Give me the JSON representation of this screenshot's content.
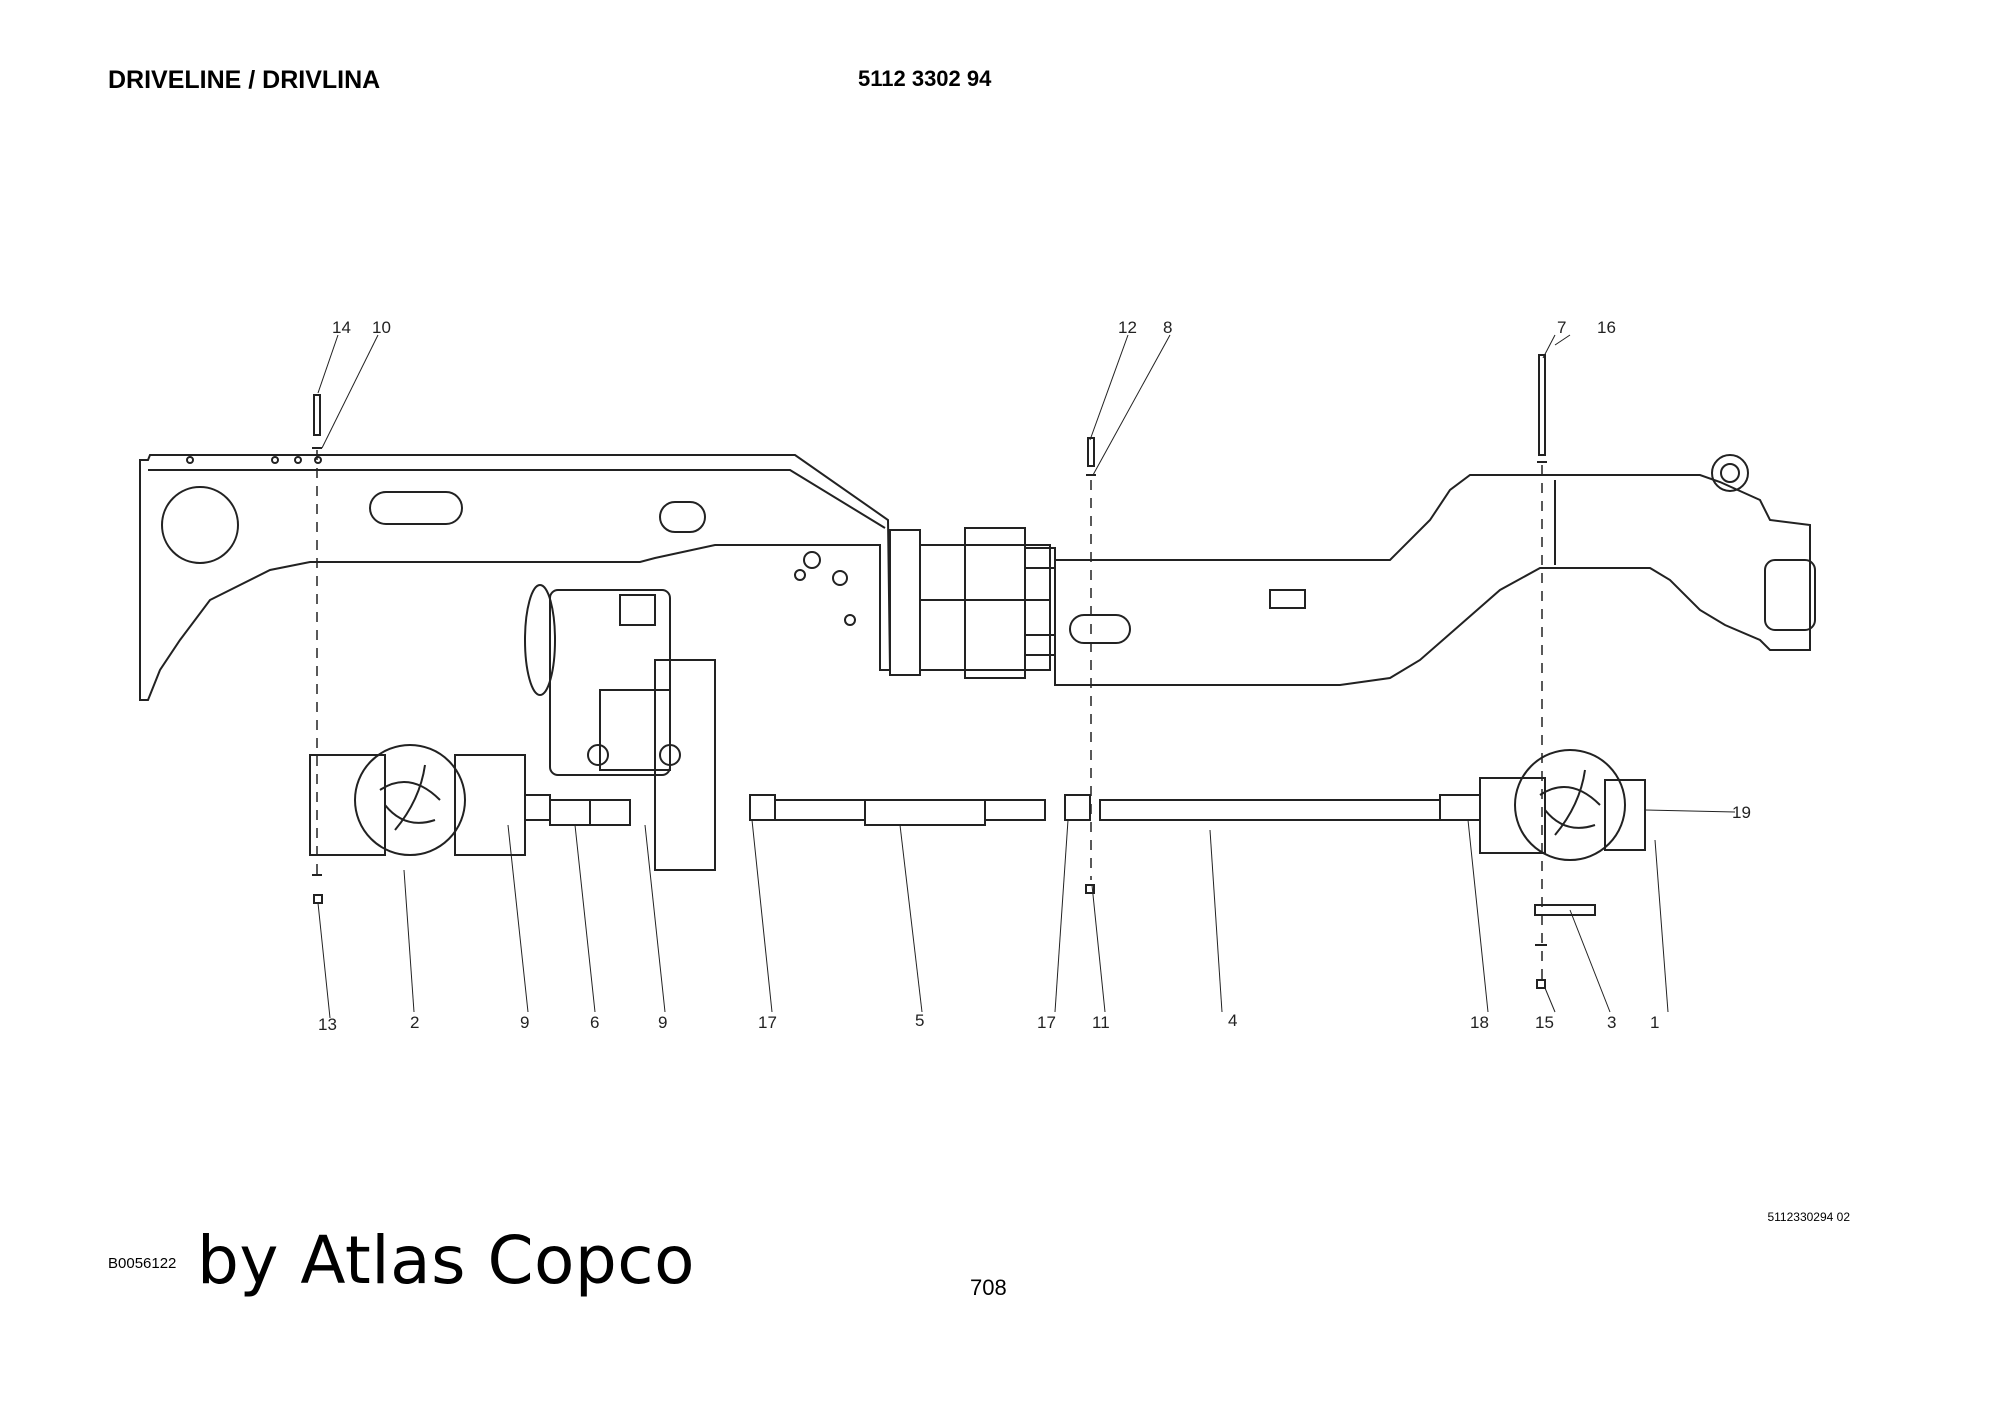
{
  "header": {
    "title": "DRIVELINE / DRIVLINA",
    "part_number": "5112 3302 94"
  },
  "drawing": {
    "reference": "5112330294 02",
    "figure_id": "B0056122",
    "callouts": [
      "1",
      "2",
      "3",
      "4",
      "5",
      "6",
      "7",
      "8",
      "9",
      "9",
      "10",
      "11",
      "12",
      "13",
      "14",
      "15",
      "16",
      "17",
      "17",
      "18",
      "19"
    ]
  },
  "footer": {
    "brand": "by Atlas Copco",
    "page_number": "708"
  }
}
